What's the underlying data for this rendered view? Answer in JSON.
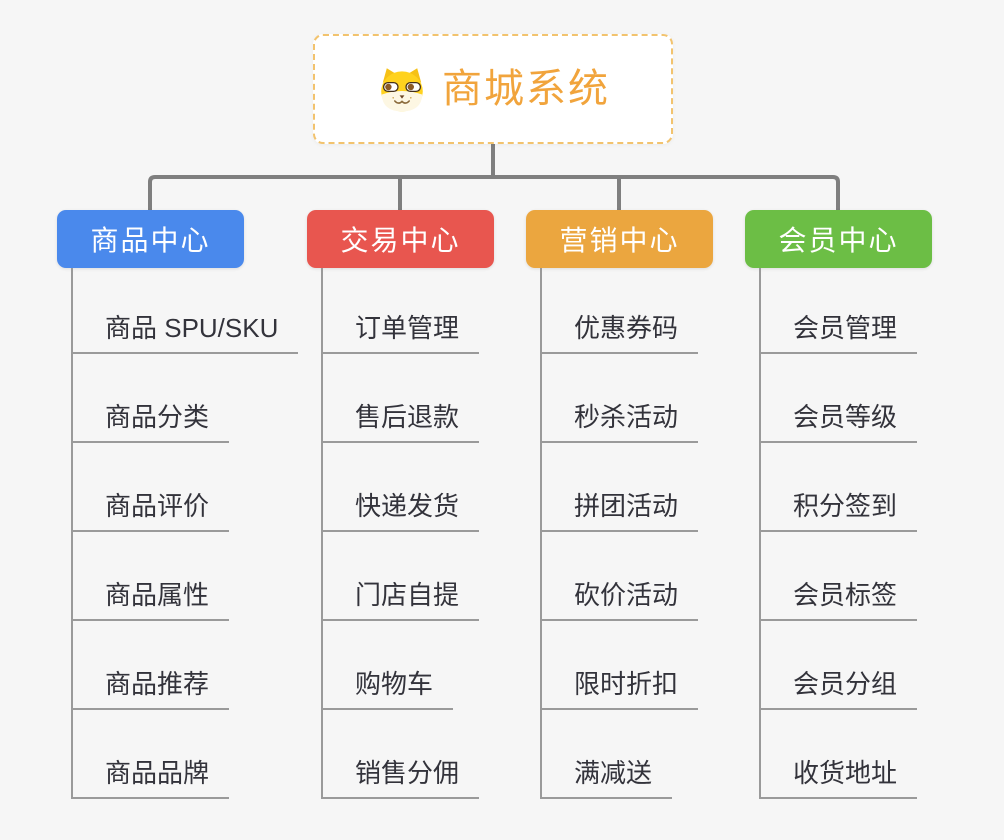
{
  "root": {
    "title": "商城系统",
    "icon": "dog-face-icon",
    "accent_color": "#f1a43c",
    "border_color": "#f2c36e"
  },
  "branches": [
    {
      "label": "商品中心",
      "color": "#4a89ec",
      "items": [
        "商品 SPU/SKU",
        "商品分类",
        "商品评价",
        "商品属性",
        "商品推荐",
        "商品品牌"
      ]
    },
    {
      "label": "交易中心",
      "color": "#e8564f",
      "items": [
        "订单管理",
        "售后退款",
        "快递发货",
        "门店自提",
        "购物车",
        "销售分佣"
      ]
    },
    {
      "label": "营销中心",
      "color": "#eba63f",
      "items": [
        "优惠券码",
        "秒杀活动",
        "拼团活动",
        "砍价活动",
        "限时折扣",
        "满减送"
      ]
    },
    {
      "label": "会员中心",
      "color": "#6cbe45",
      "items": [
        "会员管理",
        "会员等级",
        "积分签到",
        "会员标签",
        "会员分组",
        "收货地址"
      ]
    }
  ],
  "connector_color": "#7f7f7f",
  "underline_color": "#9a9a9a"
}
